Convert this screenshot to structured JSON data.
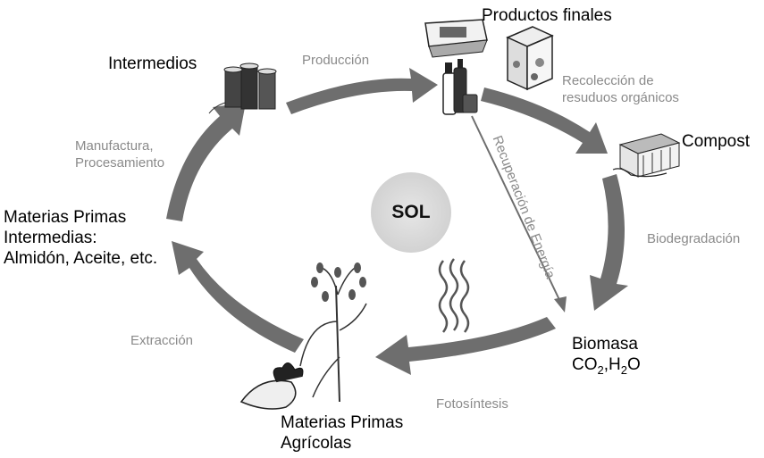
{
  "sun": {
    "label": "SOL"
  },
  "nodes": {
    "productos_finales": "Productos finales",
    "intermedios": "Intermedios",
    "compost": "Compost",
    "materias_primas_intermedias": [
      "Materias Primas",
      "Intermedias:",
      "Almidón, Aceite, etc."
    ],
    "biomasa": "Biomasa",
    "biomasa_formula": {
      "co": "CO",
      "co_sub": "2",
      "sep": ",H",
      "h_sub": "2",
      "o": "O"
    },
    "materias_primas_agricolas": [
      "Materias Primas",
      "Agrícolas"
    ]
  },
  "processes": {
    "produccion": "Producción",
    "recoleccion": [
      "Recolección de",
      "resuduos orgánicos"
    ],
    "manufactura": [
      "Manufactura,",
      "Procesamiento"
    ],
    "biodegradacion": "Biodegradación",
    "extraccion": "Extracción",
    "fotosintesis": "Fotosíntesis",
    "recuperacion": "Recuperación de Energía"
  },
  "colors": {
    "arrow": "#6e6e6e",
    "sun": "#dcdcdc",
    "process_text": "#8a8a8a",
    "node_text": "#000000"
  },
  "icons": [
    "spools-icon",
    "shampoo-bottles-icon",
    "food-container-icon",
    "milk-carton-icon",
    "compost-bin-icon",
    "heat-waves-icon",
    "grain-plant-icon",
    "sugar-beet-icon"
  ]
}
